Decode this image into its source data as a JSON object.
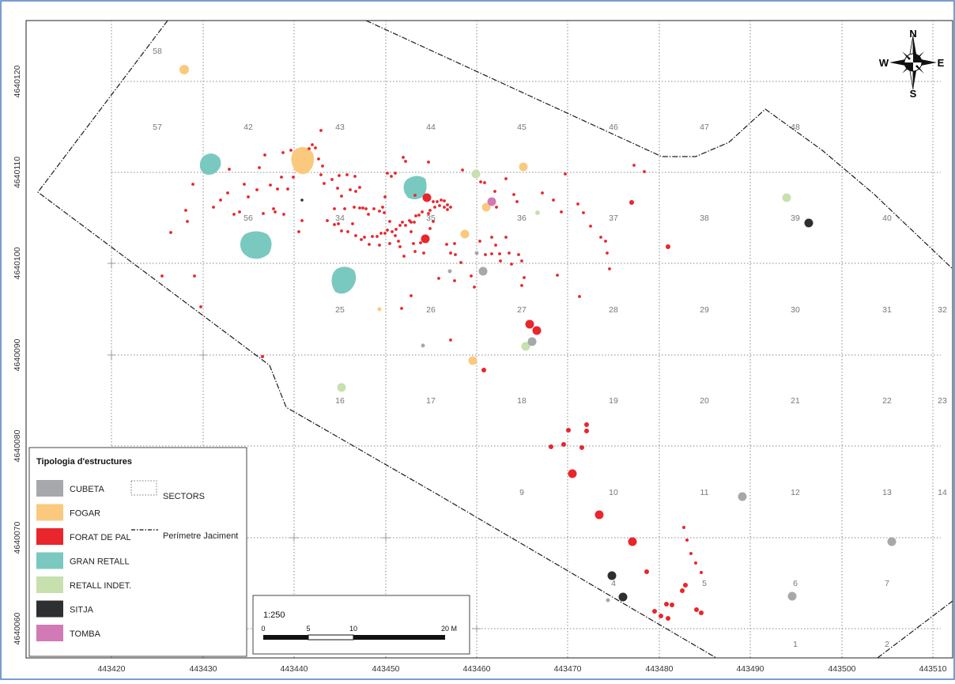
{
  "x_ticks": [
    "443420",
    "443430",
    "443440",
    "443450",
    "443460",
    "443470",
    "443480",
    "443490",
    "443500",
    "443510"
  ],
  "y_ticks": [
    "4640120",
    "4640110",
    "4640100",
    "4640090",
    "4640080",
    "4640070",
    "4640060"
  ],
  "sectors": [
    {
      "label": "58"
    },
    {
      "label": "57"
    },
    {
      "label": "42"
    },
    {
      "label": "43"
    },
    {
      "label": "44"
    },
    {
      "label": "45"
    },
    {
      "label": "46"
    },
    {
      "label": "47"
    },
    {
      "label": "48"
    },
    {
      "label": "56"
    },
    {
      "label": "34"
    },
    {
      "label": "35"
    },
    {
      "label": "36"
    },
    {
      "label": "37"
    },
    {
      "label": "38"
    },
    {
      "label": "39"
    },
    {
      "label": "40"
    },
    {
      "label": "25"
    },
    {
      "label": "26"
    },
    {
      "label": "27"
    },
    {
      "label": "28"
    },
    {
      "label": "29"
    },
    {
      "label": "30"
    },
    {
      "label": "31"
    },
    {
      "label": "32"
    },
    {
      "label": "16"
    },
    {
      "label": "17"
    },
    {
      "label": "18"
    },
    {
      "label": "19"
    },
    {
      "label": "20"
    },
    {
      "label": "21"
    },
    {
      "label": "22"
    },
    {
      "label": "23"
    },
    {
      "label": "9"
    },
    {
      "label": "10"
    },
    {
      "label": "11"
    },
    {
      "label": "12"
    },
    {
      "label": "13"
    },
    {
      "label": "14"
    },
    {
      "label": "4"
    },
    {
      "label": "5"
    },
    {
      "label": "6"
    },
    {
      "label": "7"
    },
    {
      "label": "1"
    },
    {
      "label": "2"
    }
  ],
  "compass": {
    "n": "N",
    "s": "S",
    "e": "E",
    "w": "W"
  },
  "legend": {
    "title": "Tipologia d'estructures",
    "items": [
      {
        "label": "CUBETA",
        "color": "#a6a8ab"
      },
      {
        "label": "FOGAR",
        "color": "#fbc97e"
      },
      {
        "label": "FORAT DE PAL",
        "color": "#e8262b"
      },
      {
        "label": "GRAN RETALL",
        "color": "#7ac9c0"
      },
      {
        "label": "RETALL INDET.",
        "color": "#c6e0ae"
      },
      {
        "label": "SITJA",
        "color": "#2d2f31"
      },
      {
        "label": "TOMBA",
        "color": "#d27ab5"
      }
    ],
    "sectors_label": "SECTORS",
    "perimeter_label": "Perímetre Jaciment"
  },
  "scale": {
    "ratio": "1:250",
    "ticks": [
      "0",
      "5",
      "10",
      "20 M"
    ]
  }
}
